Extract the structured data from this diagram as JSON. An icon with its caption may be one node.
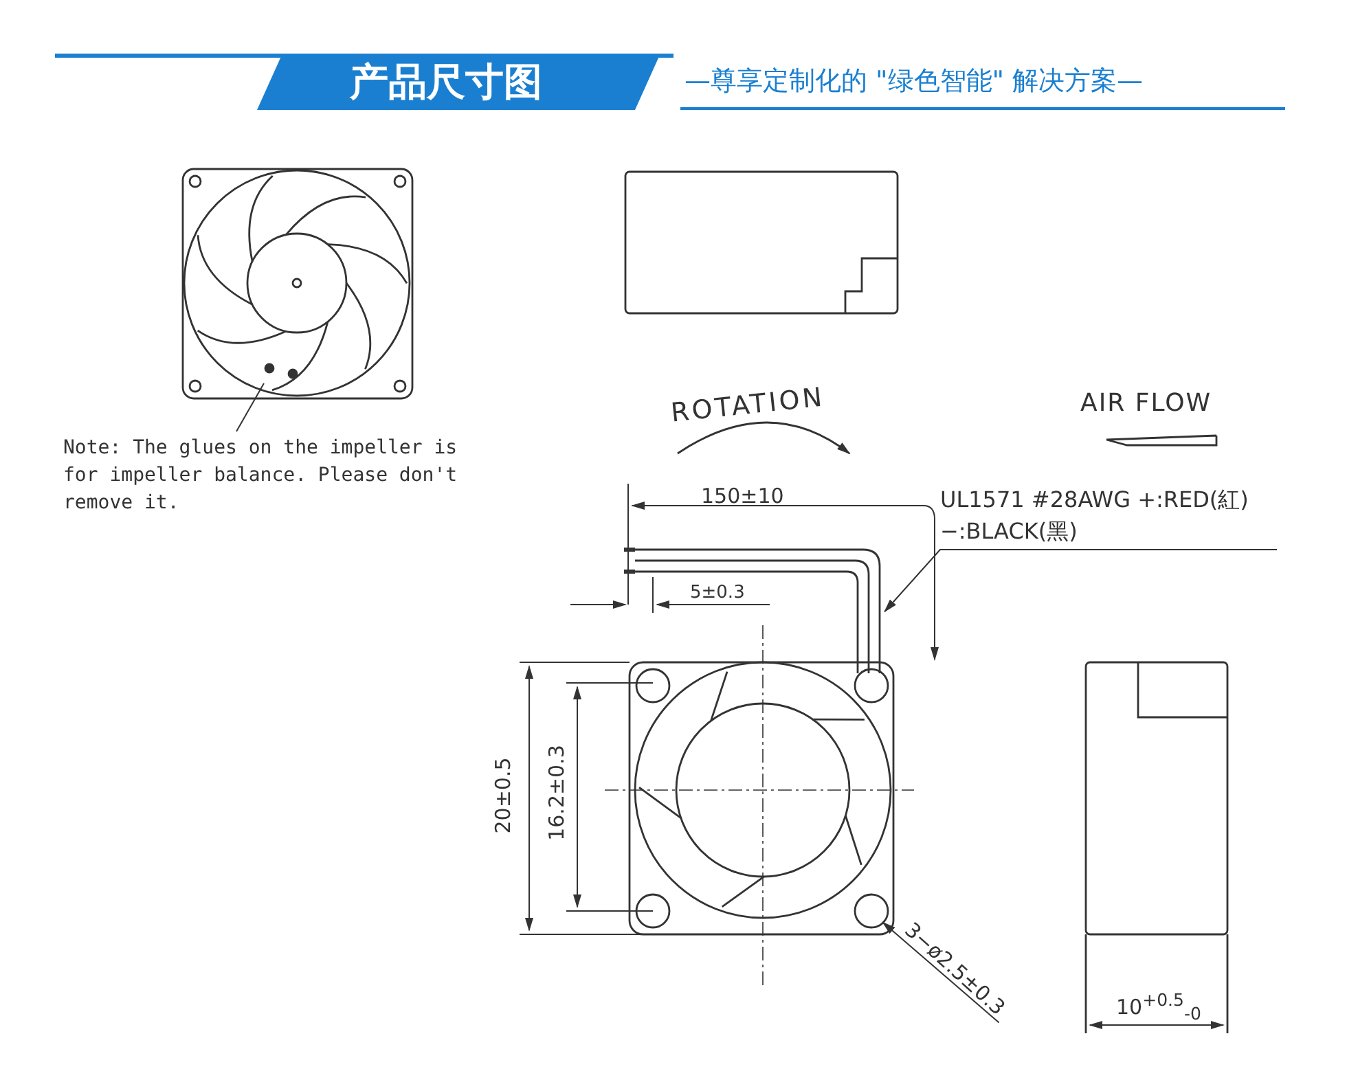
{
  "diagram": {
    "title": "产品尺寸图",
    "nodes": [
      {
        "text": [
          "Note: The glues on the impeller is for impeller balance. Please don't remove it."
        ]
      },
      {
        "text": [
          "UL1571 #28AWG +:RED(紅)−:BLACK(黑)"
        ]
      },
      {
        "text": [
          "3−ø2.5±0.3"
        ]
      },
      {
        "text": [],
        "shape": "picture"
      },
      {
        "text": [],
        "shape": "circle"
      }
    ],
    "edges": [
      {
        "from": 0,
        "to": null,
        "arrow": "none"
      },
      {
        "from": 1,
        "to": 3,
        "arrow": "to"
      },
      {
        "from": 2,
        "to": 4,
        "arrow": "to"
      }
    ],
    "labels": [
      "—尊享定制化的 \"绿色智能\" 解决方案—",
      "ROTATION",
      "AIR FLOW",
      "150±10",
      "5±0.3",
      "20±0.5",
      "16.2±0.3",
      "10$^{+0.5}$$_{-0}$"
    ]
  }
}
